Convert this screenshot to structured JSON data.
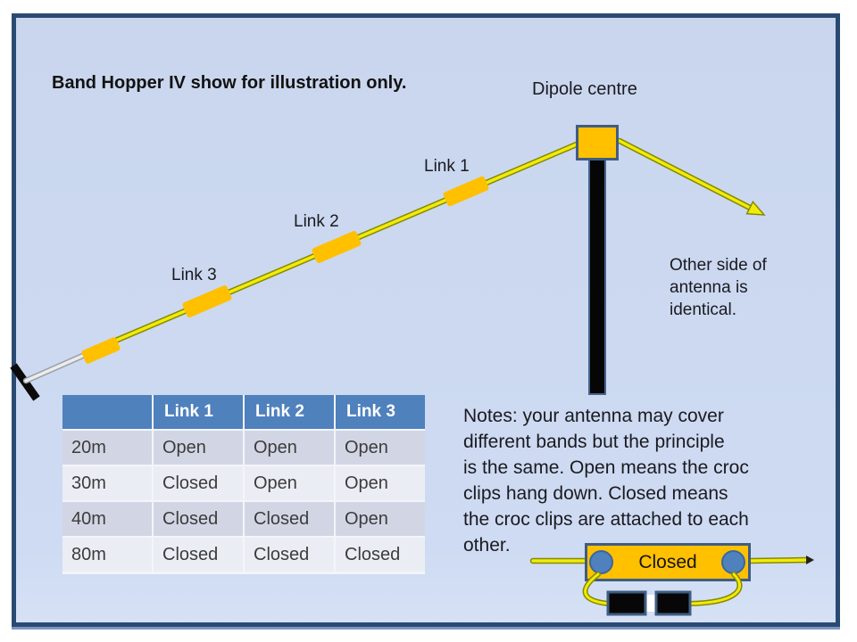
{
  "title": "Band Hopper IV show for illustration only.",
  "labels": {
    "dipole_centre": "Dipole centre",
    "link_1": "Link 1",
    "link_2": "Link 2",
    "link_3": "Link 3",
    "closed_clip": "Closed"
  },
  "other_side_lines": [
    "Other side of",
    "antenna is",
    "identical."
  ],
  "notes_lines": [
    "Notes: your antenna may cover",
    "different bands but the principle",
    "is the same. Open means the croc",
    "clips hang down. Closed means",
    "the croc clips are attached to each",
    "other."
  ],
  "table": {
    "headers": [
      "",
      "Link 1",
      "Link 2",
      "Link 3"
    ],
    "rows": [
      [
        "20m",
        "Open",
        "Open",
        "Open"
      ],
      [
        "30m",
        "Closed",
        "Open",
        "Open"
      ],
      [
        "40m",
        "Closed",
        "Closed",
        "Open"
      ],
      [
        "80m",
        "Closed",
        "Closed",
        "Closed"
      ]
    ]
  },
  "colors": {
    "slide_background": "#c9d6ee",
    "slide_border": "#2b4a72",
    "wire_yellow": "#f2ea0a",
    "wire_outline": "#858a00",
    "link_orange": "#ffc000",
    "shape_border_blue": "#3f5d82",
    "croc_clip_blue": "#4f81bd",
    "table_header_blue": "#4f81bd",
    "table_row_dark": "#d2d6e4",
    "table_row_light": "#ebedf5"
  }
}
